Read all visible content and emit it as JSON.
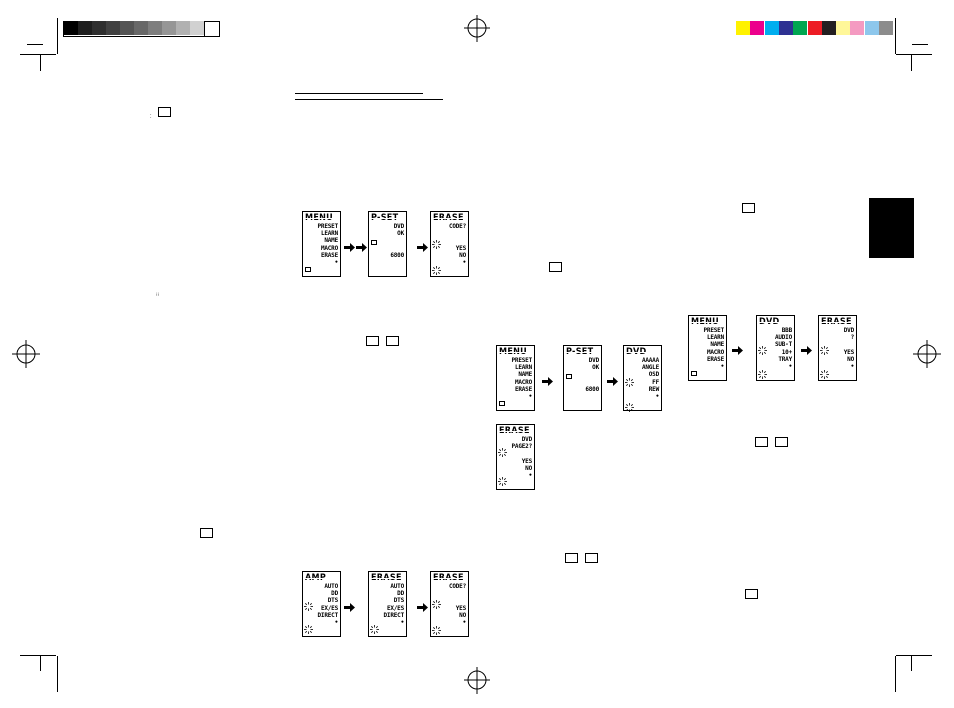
{
  "registration_colors": {
    "grayscale": [
      "#000000",
      "#1e1e1e",
      "#2f2f2f",
      "#414141",
      "#545454",
      "#686868",
      "#7e7e7e",
      "#969696",
      "#b1b1b1",
      "#d1d1d1",
      "#ffffff"
    ],
    "process": [
      "#fff200",
      "#ec008c",
      "#00aeef",
      "#2e3192",
      "#00a651",
      "#ed1c24",
      "#231f20",
      "#fff799",
      "#f49ac1",
      "#8dc7ec",
      "#8c8c8c"
    ]
  },
  "displays": {
    "d1": {
      "title": "MENU",
      "lines": "PRESET\nLEARN\nNAME\nMACRO\nERASE\n•"
    },
    "d2": {
      "title": "P-SET",
      "lines": "DVD\nOK\n\n\n6800"
    },
    "d3": {
      "title": "ERASE",
      "lines": "CODE?\n\n\nYES\nNO\n•"
    },
    "d4": {
      "title": "AMP",
      "lines": "AUTO\nDD\nDTS\nEX/ES\nDIRECT\n•"
    },
    "d5": {
      "title": "ERASE",
      "lines": "AUTO\nDD\nDTS\nEX/ES\nDIRECT\n•"
    },
    "d6": {
      "title": "ERASE",
      "lines": "CODE?\n\n\nYES\nNO\n•"
    },
    "d7": {
      "title": "MENU",
      "lines": "PRESET\nLEARN\nNAME\nMACRO\nERASE\n•"
    },
    "d8": {
      "title": "P-SET",
      "lines": "DVD\nOK\n\n\n6800"
    },
    "d9": {
      "title": "DVD",
      "lines": "AAAAA\nANGLE\nOSD\nFF\nREW\n•"
    },
    "d10": {
      "title": "ERASE",
      "lines": "DVD\nPAGE2?\n\nYES\nNO\n•"
    },
    "d11": {
      "title": "MENU",
      "lines": "PRESET\nLEARN\nNAME\nMACRO\nERASE\n•"
    },
    "d12": {
      "title": "DVD",
      "lines": "BBB\nAUDIO\nSUB-T\n10+\nTRAY\n•"
    },
    "d13": {
      "title": "ERASE",
      "lines": "DVD\n?\n\nYES\nNO\n•"
    }
  },
  "icons": {
    "arrow": "right-arrow-icon",
    "blink": "blink-indicator-icon",
    "key": "key-placeholder-icon",
    "registration": "registration-mark-icon",
    "dark_tab": "section-tab"
  }
}
